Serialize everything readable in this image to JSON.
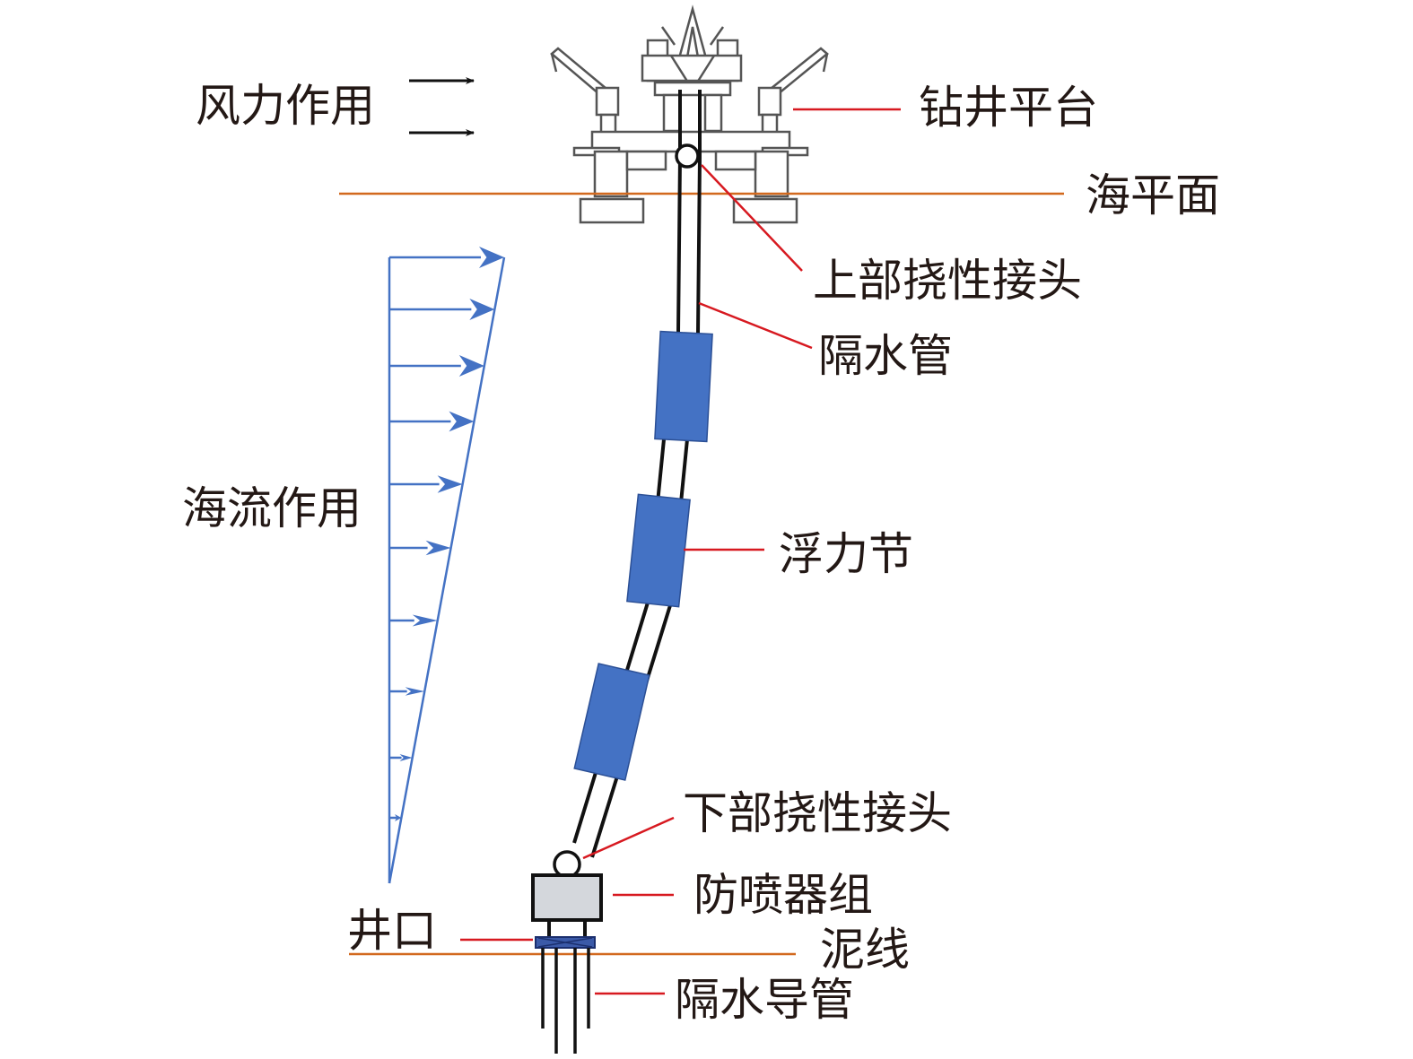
{
  "diagram": {
    "title": "钻井隔水管受力示意图",
    "labels": {
      "wind": "风力作用",
      "platform": "钻井平台",
      "sea_level": "海平面",
      "upper_flex_joint": "上部挠性接头",
      "riser": "隔水管",
      "current": "海流作用",
      "buoyancy": "浮力节",
      "lower_flex_joint": "下部挠性接头",
      "bop": "防喷器组",
      "wellhead": "井口",
      "mudline": "泥线",
      "conductor": "隔水导管"
    },
    "colors": {
      "sea_line": "#d2691e",
      "leader": "#d71920",
      "current_arrow": "#4472c4",
      "buoyancy_fill": "#4472c4",
      "bop_fill": "#d4d7dc",
      "text": "#231815",
      "outline": "#1a1a1a"
    }
  }
}
